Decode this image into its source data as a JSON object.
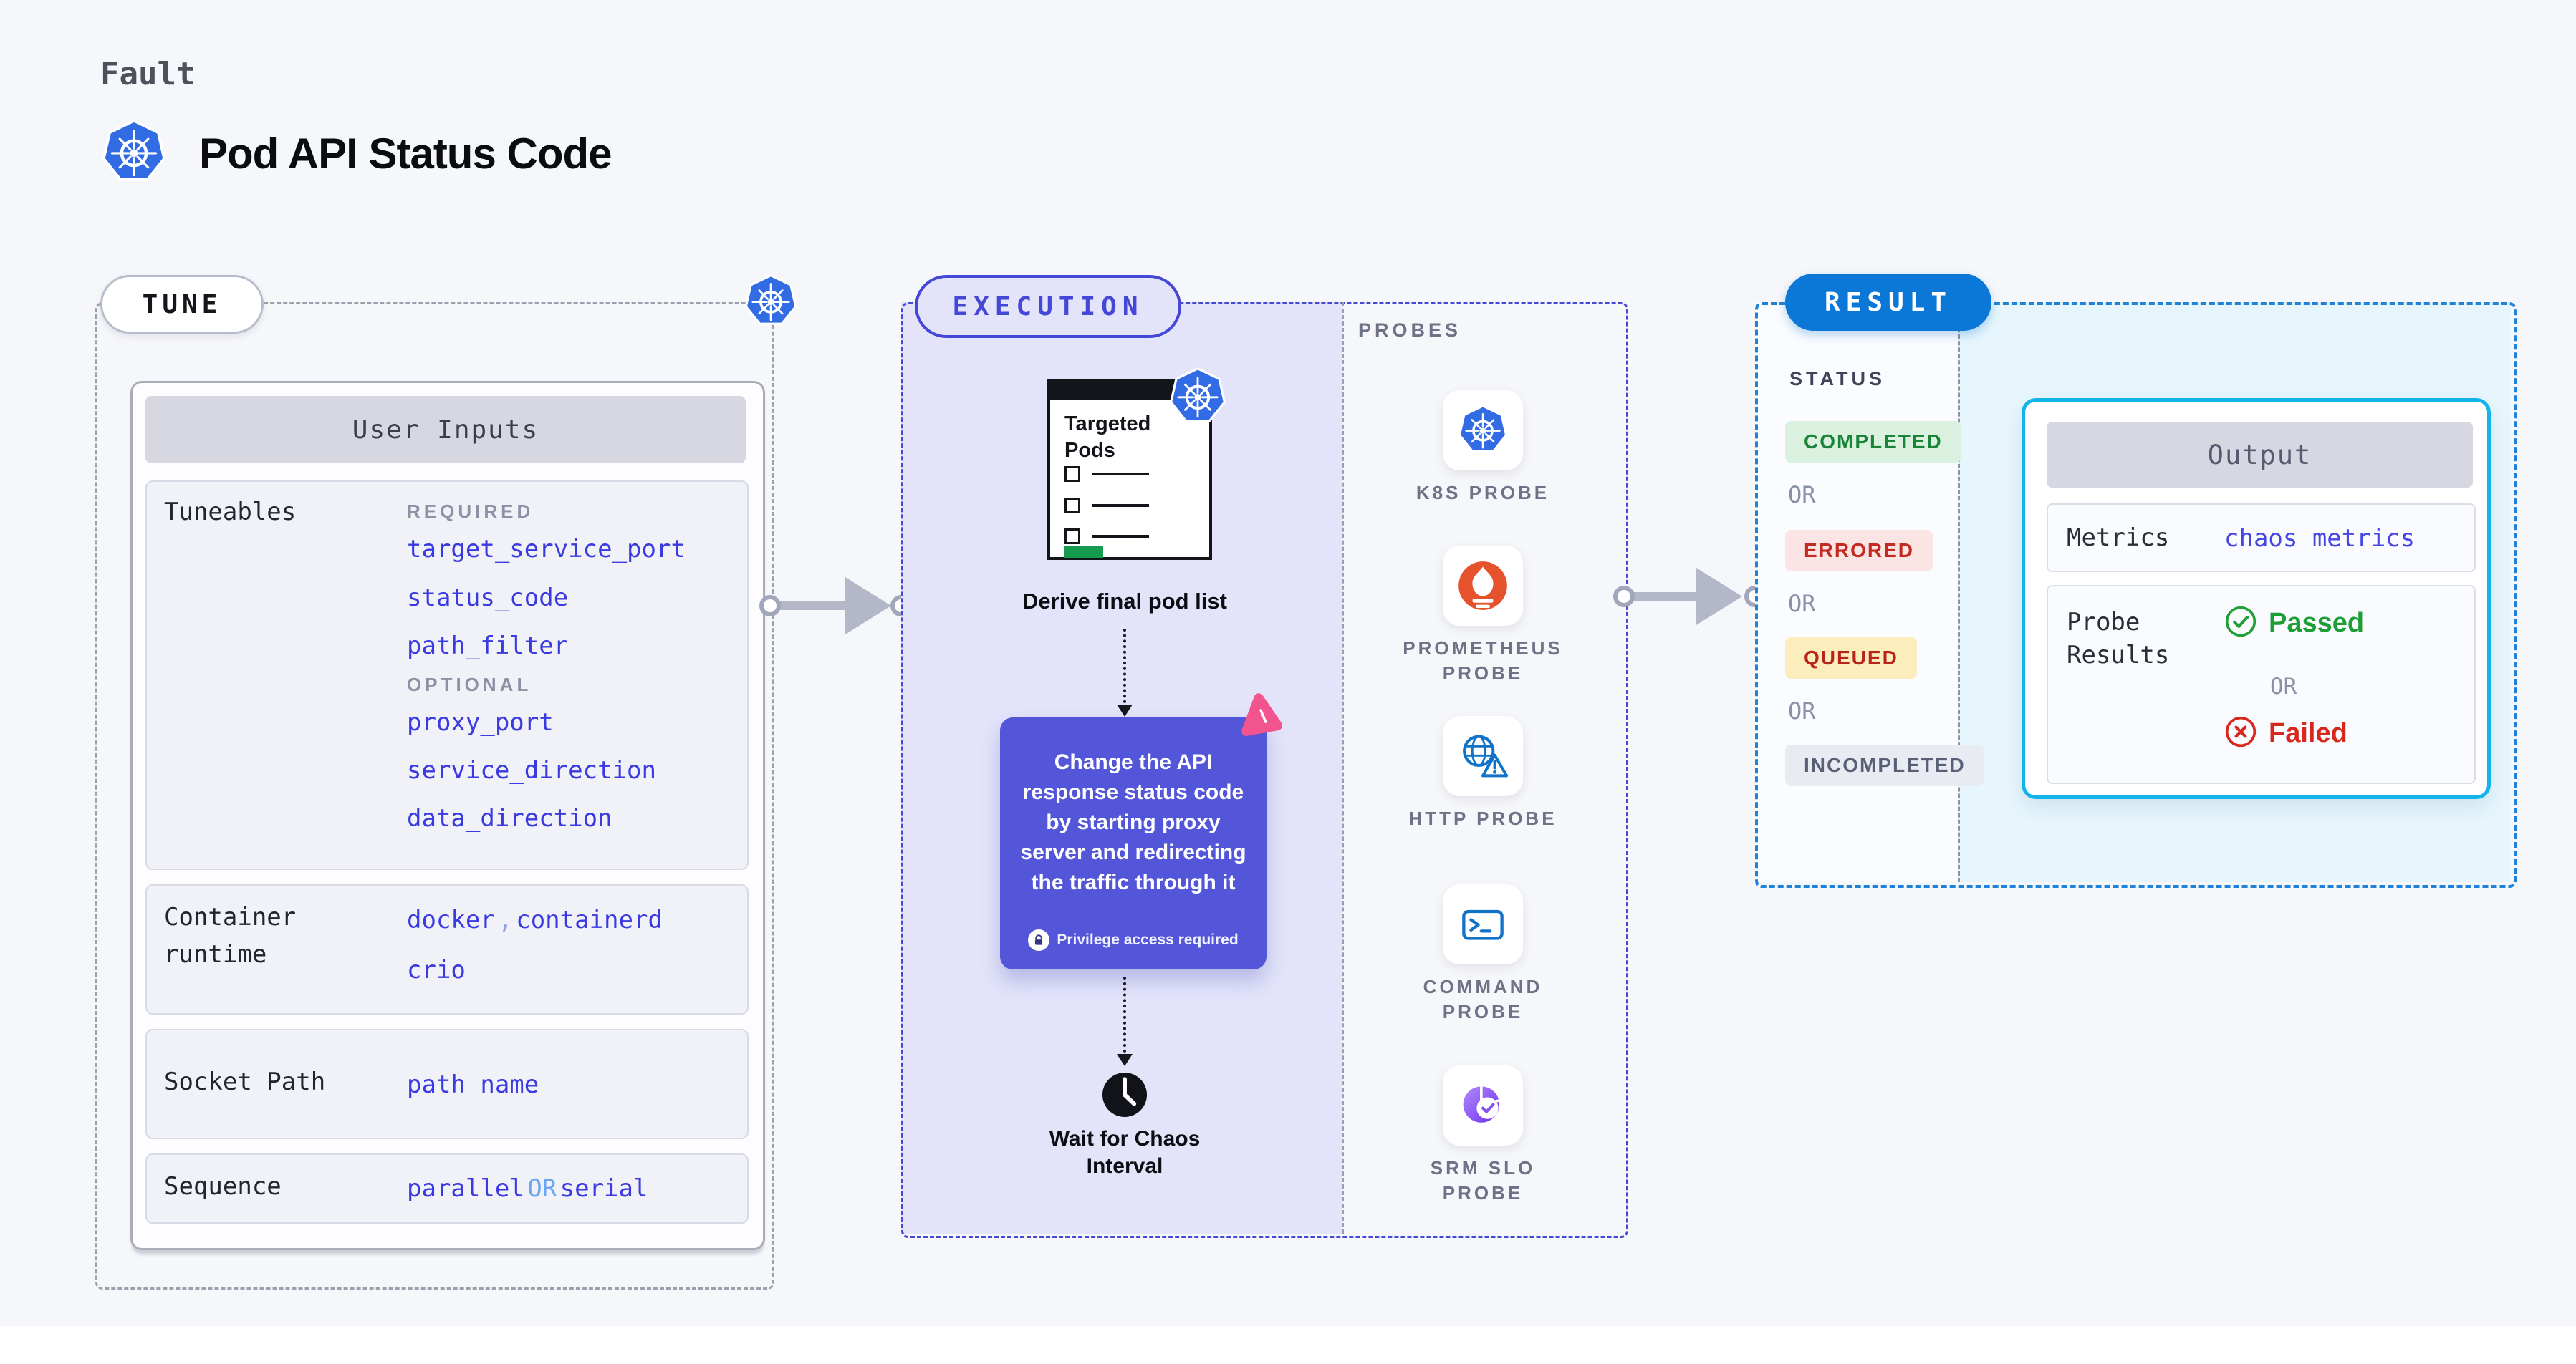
{
  "header": {
    "eyebrow": "Fault",
    "title": "Pod API Status Code"
  },
  "tune": {
    "badge": "TUNE",
    "user_inputs_title": "User Inputs",
    "tuneables": {
      "label": "Tuneables",
      "required_heading": "REQUIRED",
      "required": [
        "target_service_port",
        "status_code",
        "path_filter"
      ],
      "optional_heading": "OPTIONAL",
      "optional": [
        "proxy_port",
        "service_direction",
        "data_direction"
      ]
    },
    "container_runtime": {
      "label_line1": "Container",
      "label_line2": "runtime",
      "value1": "docker",
      "separator": ",",
      "value2": "containerd",
      "value3": "crio"
    },
    "socket_path": {
      "label": "Socket Path",
      "value": "path name"
    },
    "sequence": {
      "label": "Sequence",
      "value1": "parallel",
      "or": "OR",
      "value2": "serial"
    }
  },
  "execution": {
    "badge": "EXECUTION",
    "targeted_pods_title": "Targeted Pods",
    "derive_label": "Derive final pod list",
    "action_text": "Change the API response status code by starting proxy server and redirecting the traffic through it",
    "privilege_note": "Privilege access required",
    "wait_label": "Wait for Chaos Interval"
  },
  "probes": {
    "title": "PROBES",
    "items": [
      {
        "icon": "kubernetes-icon",
        "line1": "K8S PROBE",
        "line2": ""
      },
      {
        "icon": "prometheus-icon",
        "line1": "PROMETHEUS",
        "line2": "PROBE"
      },
      {
        "icon": "http-globe-warning-icon",
        "line1": "HTTP PROBE",
        "line2": ""
      },
      {
        "icon": "terminal-icon",
        "line1": "COMMAND",
        "line2": "PROBE"
      },
      {
        "icon": "slo-pie-check-icon",
        "line1": "SRM SLO",
        "line2": "PROBE"
      }
    ]
  },
  "result": {
    "badge": "RESULT",
    "status_heading": "STATUS",
    "or_label": "OR",
    "statuses": [
      {
        "label": "COMPLETED"
      },
      {
        "label": "ERRORED"
      },
      {
        "label": "QUEUED"
      },
      {
        "label": "INCOMPLETED"
      }
    ],
    "output": {
      "title": "Output",
      "metrics_label": "Metrics",
      "metrics_value": "chaos metrics",
      "probe_results_line1": "Probe",
      "probe_results_line2": "Results",
      "passed_label": "Passed",
      "or_label": "OR",
      "failed_label": "Failed"
    }
  },
  "colors": {
    "accent_indigo": "#4548d6",
    "param_blue": "#3a3ae2",
    "or_light_blue": "#69a6f4",
    "execution_bg": "#e3e4fa",
    "action_card": "#5356d8",
    "pink": "#f2558e",
    "result_blue": "#0b78d7",
    "result_dashed": "#1e82d9",
    "output_border": "#12b4e9",
    "result_bg": "#e7f6fc",
    "completed_green": "#1b8438",
    "errored_red": "#c42a20",
    "queued_amber_bg": "#fbeebc",
    "incompleted_gray": "#596076",
    "passed_green": "#1f9e38",
    "failed_red": "#d7281d",
    "k8s_blue": "#326ce5",
    "prometheus_orange": "#e6522c",
    "http_blue": "#1173c8",
    "srm_purple": "#7c45ee",
    "green_bar": "#149b4d"
  }
}
